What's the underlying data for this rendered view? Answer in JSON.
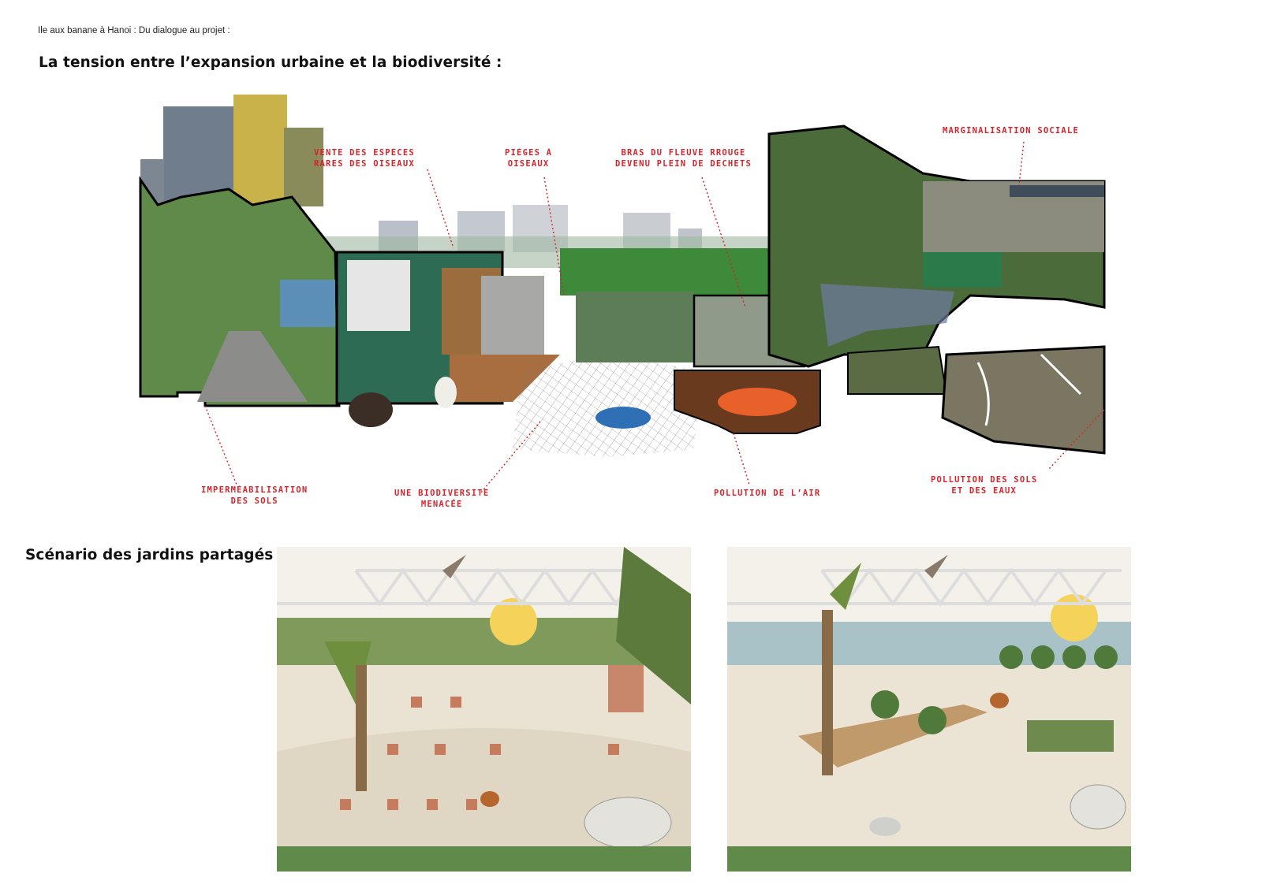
{
  "header": {
    "text": "Ile aux banane à Hanoi  : Du dialogue au projet  :"
  },
  "section1": {
    "title": "La tension entre l’expansion urbaine et la biodiversité :",
    "labels": {
      "vente": "VENTE DES ESPÈCES\nRARES DES OISEAUX",
      "pieges": "PIÈGES À\nOISEAUX",
      "bras": "BRAS DU FLEUVE RROUGE\nDEVENU PLEIN DE DECHETS",
      "marginalisation": "MARGINALISATION SOCIALE",
      "impermeabilisation": "IMPERMÉABILISATION\nDES SOLS",
      "biodiversite": "UNE BIODIVERSITÉ\nMENACÉE",
      "pollution_air": "POLLUTION DE L’AIR",
      "pollution_sols": "POLLUTION DES SOLS\nET DES EAUX"
    }
  },
  "section2": {
    "title": "Scénario des jardins partagés :"
  },
  "colors": {
    "accent_red": "#d9232b",
    "text": "#111111"
  }
}
